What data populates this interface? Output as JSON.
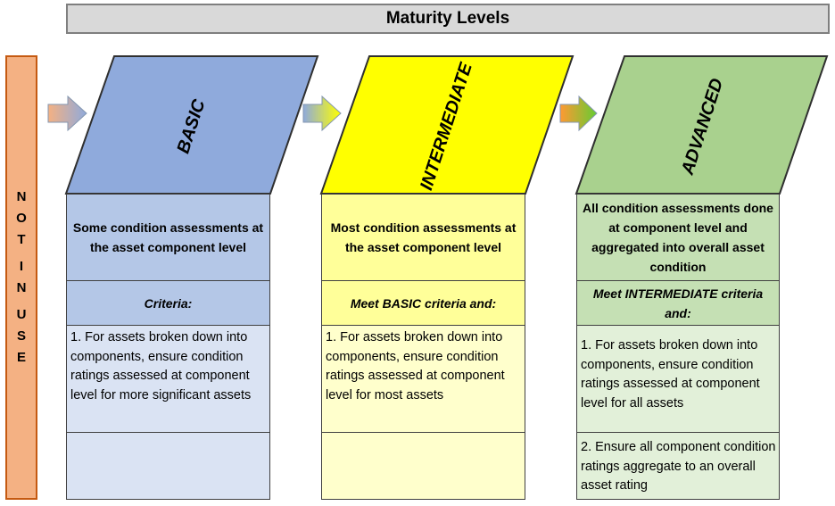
{
  "title": "Maturity Levels",
  "not_in_use": [
    "NOT",
    "IN",
    "USE"
  ],
  "colors": {
    "title_bg": "#d9d9d9",
    "not_in_use_bg": "#f4b183",
    "basic_header": "#8faadc",
    "basic_light": "#b4c7e7",
    "basic_pale": "#dae3f3",
    "intermediate_header": "#ffff00",
    "intermediate_light": "#ffff99",
    "intermediate_pale": "#ffffcc",
    "advanced_header": "#a9d18e",
    "advanced_light": "#c5e0b4",
    "advanced_pale": "#e2f0d9"
  },
  "levels": [
    {
      "name": "BASIC",
      "description": "Some condition assessments at the asset component level",
      "criteria_label": "Criteria:",
      "items": [
        "1.  For assets broken down into components, ensure condition ratings assessed at component level for more significant assets"
      ]
    },
    {
      "name": "INTERMEDIATE",
      "description": "Most condition assessments at the asset component level",
      "criteria_label": "Meet BASIC criteria and:",
      "items": [
        "1.  For assets broken down into components, ensure condition ratings assessed at component level for most assets"
      ]
    },
    {
      "name": "ADVANCED",
      "description": "All condition assessments done at component level and aggregated into overall asset condition",
      "criteria_label": "Meet INTERMEDIATE criteria and:",
      "items": [
        "1.  For assets broken down into components, ensure condition ratings assessed at component level for all assets",
        "2.  Ensure all component condition ratings aggregate to an overall asset rating"
      ]
    }
  ]
}
